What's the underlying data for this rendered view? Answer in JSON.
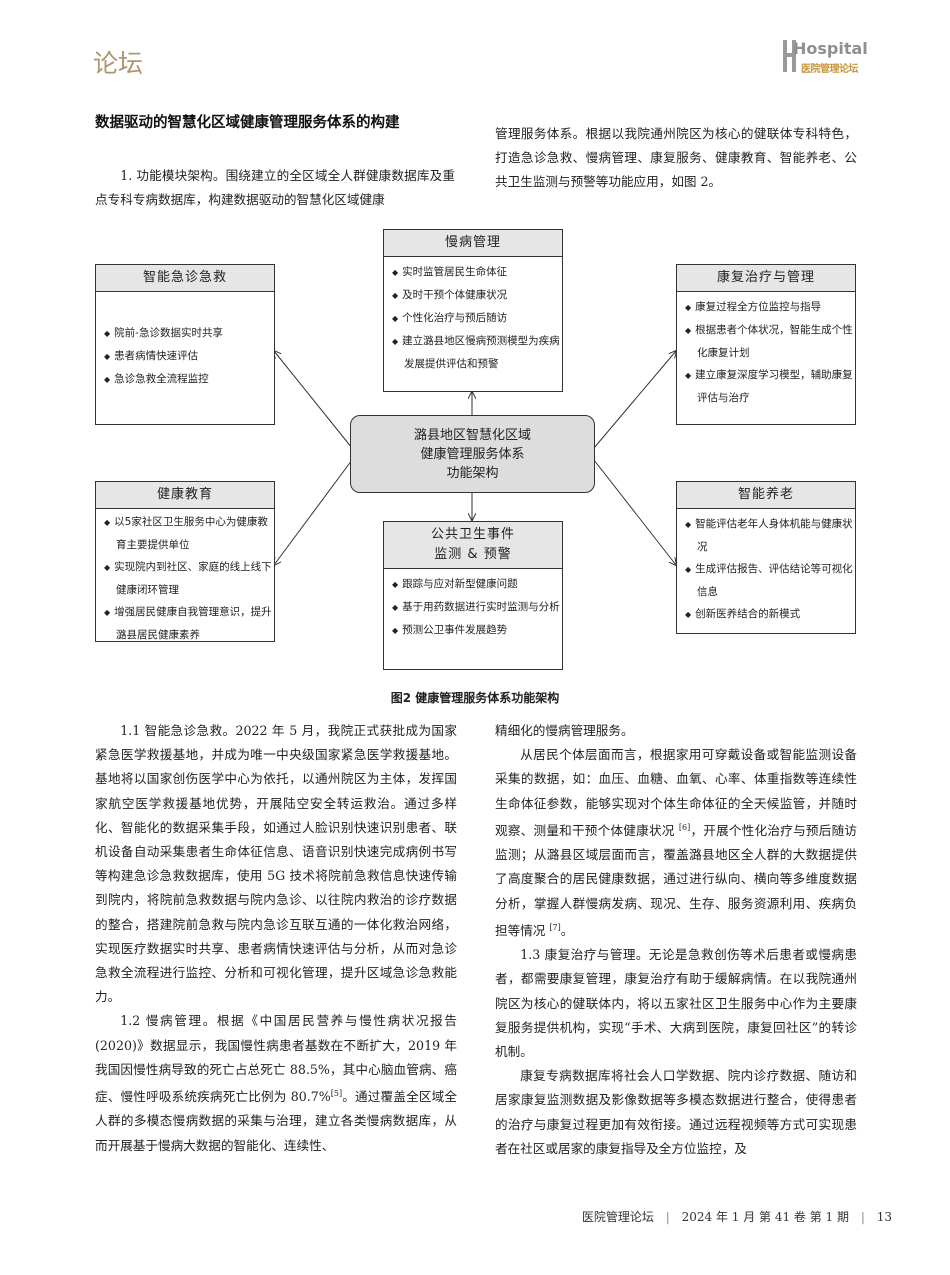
{
  "header": {
    "section": "论坛",
    "logo_main": "Hospital",
    "logo_sub": "医院管理论坛"
  },
  "section_title": "数据驱动的智慧化区域健康管理服务体系的构建",
  "intro_left": "1. 功能模块架构。围绕建立的全区域全人群健康数据库及重点专科专病数据库，构建数据驱动的智慧化区域健康",
  "intro_right": "管理服务体系。根据以我院通州院区为核心的健联体专科特色，打造急诊急救、慢病管理、康复服务、健康教育、智能养老、公共卫生监测与预警等功能应用，如图 2。",
  "figure": {
    "caption": "图2 健康管理服务体系功能架构",
    "center": [
      "潞县地区智慧化区域",
      "健康管理服务体系",
      "功能架构"
    ],
    "boxes": {
      "chronic": {
        "title": "慢病管理",
        "items": [
          "实时监管居民生命体征",
          "及时干预个体健康状况",
          "个性化治疗与预后随访",
          "建立潞县地区慢病预测模型为疾病发展提供评估和预警"
        ]
      },
      "emergency": {
        "title": "智能急诊急救",
        "items": [
          "院前-急诊数据实时共享",
          "患者病情快速评估",
          "急诊急救全流程监控"
        ]
      },
      "rehab": {
        "title": "康复治疗与管理",
        "items": [
          "康复过程全方位监控与指导",
          "根据患者个体状况，智能生成个性化康复计划",
          "建立康复深度学习模型，辅助康复评估与治疗"
        ]
      },
      "education": {
        "title": "健康教育",
        "items": [
          "以5家社区卫生服务中心为健康教育主要提供单位",
          "实现院内到社区、家庭的线上线下健康闭环管理",
          "增强居民健康自我管理意识，提升潞县居民健康素养"
        ]
      },
      "public": {
        "title1": "公共卫生事件",
        "title2": "监测 & 预警",
        "items": [
          "跟踪与应对新型健康问题",
          "基于用药数据进行实时监测与分析",
          "预测公卫事件发展趋势"
        ]
      },
      "elderly": {
        "title": "智能养老",
        "items": [
          "智能评估老年人身体机能与健康状况",
          "生成评估报告、评估结论等可视化信息",
          "创新医养结合的新模式"
        ]
      }
    }
  },
  "body_left": {
    "p1": "1.1  智能急诊急救。2022 年 5 月，我院正式获批成为国家紧急医学救援基地，并成为唯一中央级国家紧急医学救援基地。基地将以国家创伤医学中心为依托，以通州院区为主体，发挥国家航空医学救援基地优势，开展陆空安全转运救治。通过多样化、智能化的数据采集手段，如通过人脸识别快速识别患者、联机设备自动采集患者生命体征信息、语音识别快速完成病例书写等构建急诊急救数据库，使用 5G 技术将院前急救信息快速传输到院内，将院前急救数据与院内急诊、以往院内救治的诊疗数据的整合，搭建院前急救与院内急诊互联互通的一体化救治网络，实现医疗数据实时共享、患者病情快速评估与分析，从而对急诊急救全流程进行监控、分析和可视化管理，提升区域急诊急救能力。",
    "p2_a": "1.2  慢病管理。根据《中国居民营养与慢性病状况报告(2020)》数据显示，我国慢性病患者基数在不断扩大，2019 年我国因慢性病导致的死亡占总死亡 88.5%，其中心脑血管病、癌症、慢性呼吸系统疾病死亡比例为 80.7%",
    "p2_ref": "[5]",
    "p2_b": "。通过覆盖全区域全人群的多模态慢病数据的采集与治理，建立各类慢病数据库，从而开展基于慢病大数据的智能化、连续性、"
  },
  "body_right": {
    "p0": "精细化的慢病管理服务。",
    "p1_a": "从居民个体层面而言，根据家用可穿戴设备或智能监测设备采集的数据，如：血压、血糖、血氧、心率、体重指数等连续性生命体征参数，能够实现对个体生命体征的全天候监管，并随时观察、测量和干预个体健康状况 ",
    "p1_ref1": "[6]",
    "p1_b": "，开展个性化治疗与预后随访监测；从潞县区域层面而言，覆盖潞县地区全人群的大数据提供了高度聚合的居民健康数据，通过进行纵向、横向等多维度数据分析，掌握人群慢病发病、现况、生存、服务资源利用、疾病负担等情况 ",
    "p1_ref2": "[7]",
    "p1_c": "。",
    "p2": "1.3  康复治疗与管理。无论是急救创伤等术后患者或慢病患者，都需要康复管理，康复治疗有助于缓解病情。在以我院通州院区为核心的健联体内，将以五家社区卫生服务中心作为主要康复服务提供机构，实现“手术、大病到医院，康复回社区”的转诊机制。",
    "p3": "康复专病数据库将社会人口学数据、院内诊疗数据、随访和居家康复监测数据及影像数据等多模态数据进行整合，使得患者的治疗与康复过程更加有效衔接。通过远程视频等方式可实现患者在社区或居家的康复指导及全方位监控，及"
  },
  "footer": {
    "journal": "医院管理论坛",
    "sep1": "|",
    "issue": "2024 年 1 月 第 41 卷 第 1 期",
    "sep2": "|",
    "page": "13"
  },
  "colors": {
    "header_section": "#b09670",
    "logo_h": "#9a9a9a",
    "logo_sub": "#c8963c",
    "box_header": "#e6e6e6",
    "center_fill": "#dddddd"
  }
}
